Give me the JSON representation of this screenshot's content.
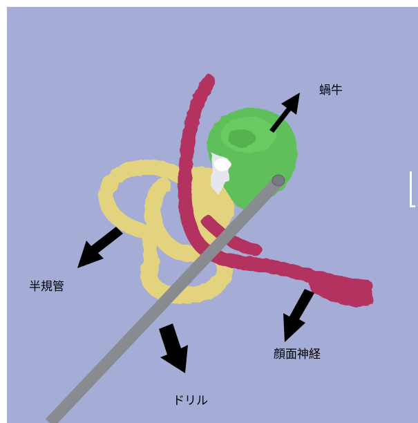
{
  "annotations": {
    "cochlea": "蝸牛",
    "semicircular_canals": "半規管",
    "facial_nerve": "顔面神経",
    "drill": "ドリル"
  },
  "colors": {
    "background": "#a5acd5",
    "cochlea": "#5fbf5a",
    "semicircular_canals": "#e3d27e",
    "facial_nerve": "#b3305f",
    "ossicles": "#e6e6ee",
    "drill": "#8b8e92",
    "arrow": "#000000"
  }
}
